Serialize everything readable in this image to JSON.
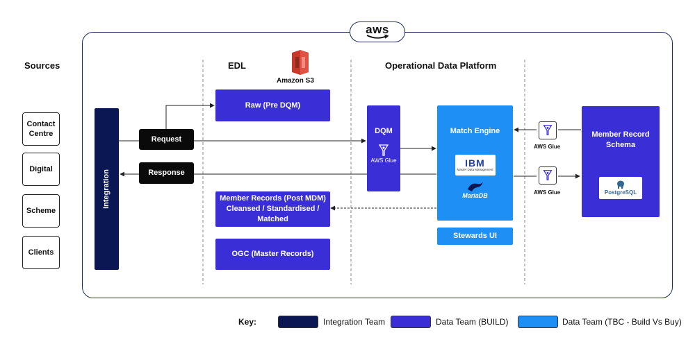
{
  "aws_badge": "aws",
  "columns": {
    "sources": "Sources",
    "edl": "EDL",
    "odp": "Operational Data Platform"
  },
  "s3_label": "Amazon S3",
  "sources": [
    "Contact Centre",
    "Digital",
    "Scheme",
    "Clients"
  ],
  "integration": "Integration",
  "request": "Request",
  "response": "Response",
  "edl_boxes": {
    "raw": "Raw (Pre DQM)",
    "member_records_line1": "Member Records (Post MDM)",
    "member_records_line2": "Cleansed / Standardised /",
    "member_records_line3": "Matched",
    "ogc": "OGC (Master Records)"
  },
  "dqm": "DQM",
  "aws_glue": "AWS Glue",
  "match_engine": "Match Engine",
  "ibm_text": "IBM",
  "ibm_sub": "Master Data Management",
  "mariadb": "MariaDB",
  "stewards_ui": "Stewards UI",
  "member_schema_line1": "Member Record",
  "member_schema_line2": "Schema",
  "postgres": "PostgreSQL",
  "key": {
    "label": "Key:",
    "integration_team": "Integration Team",
    "data_team_build": "Data Team (BUILD)",
    "data_team_tbc": "Data Team (TBC - Build Vs Buy)"
  },
  "colors": {
    "integration": "#0b1753",
    "build": "#3a2fd6",
    "tbc": "#1e8ff5",
    "s3": "#c7392b"
  },
  "icons": [
    "aws-logo-icon",
    "s3-bucket-icon",
    "aws-glue-icon",
    "ibm-logo-icon",
    "mariadb-seal-icon",
    "postgresql-elephant-icon"
  ]
}
